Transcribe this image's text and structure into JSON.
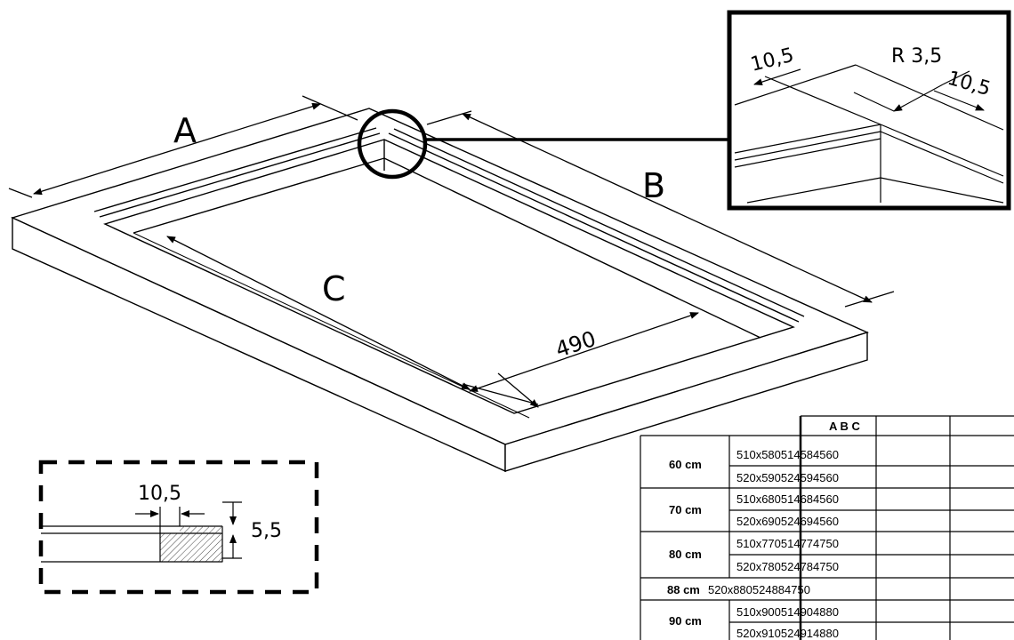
{
  "main_view": {
    "label_a": "A",
    "label_b": "B",
    "label_c": "C",
    "dim_490": "490"
  },
  "detail_inset": {
    "dim_left": "10,5",
    "dim_radius": "R 3,5",
    "dim_right": "10,5"
  },
  "section_detail": {
    "dim_width": "10,5",
    "dim_height": "5,5"
  },
  "size_table": {
    "header": "A B C",
    "groups": [
      {
        "size": "60 cm",
        "rows": [
          "510x580514584560",
          "520x590524594560"
        ]
      },
      {
        "size": "70 cm",
        "rows": [
          "510x680514684560",
          "520x690524694560"
        ]
      },
      {
        "size": "80 cm",
        "rows": [
          "510x770514774750",
          "520x780524784750"
        ]
      },
      {
        "size": "88 cm",
        "rows": [
          "520x880524884750"
        ]
      },
      {
        "size": "90 cm",
        "rows": [
          "510x900514904880",
          "520x910524914880"
        ]
      }
    ]
  }
}
